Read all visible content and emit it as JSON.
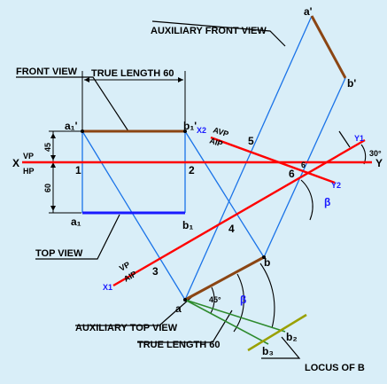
{
  "labels": {
    "auxiliary_front_view": "AUXILIARY FRONT VIEW",
    "front_view": "FRONT VIEW",
    "true_length_60_top": "TRUE LENGTH 60",
    "top_view": "TOP VIEW",
    "auxiliary_top_view": "AUXILIARY TOP VIEW",
    "true_length_60_bottom": "TRUE LENGTH 60",
    "locus_of_b": "LOCUS OF B"
  },
  "points": {
    "a_prime_aux": "a'",
    "b_prime_aux": "b'",
    "a1_prime": "a₁'",
    "b1_prime": "b₁'",
    "a1": "a₁",
    "b1": "b₁",
    "a": "a",
    "b": "b",
    "b2": "b₂",
    "b3": "b₃"
  },
  "reference_lines": {
    "x": "X",
    "y": "Y",
    "vp": "VP",
    "hp": "HP",
    "x1": "X1",
    "y1": "Y1",
    "x2": "X2",
    "y2": "Y2",
    "avp": "AVP",
    "aip_upper": "AIP",
    "vp_lower": "VP",
    "aip_lower": "AIP"
  },
  "numbers": [
    "1",
    "2",
    "3",
    "4",
    "5",
    "6",
    "6"
  ],
  "dimensions": {
    "dim_45": "45",
    "dim_60": "60",
    "angle_45": "45°",
    "angle_30": "30°",
    "beta_1": "β",
    "beta_2": "β"
  },
  "colors": {
    "background": "#d9eef8",
    "reference_line": "#ff0000",
    "projector": "#1a73e8",
    "front_view_line": "#8b4513",
    "top_view_line": "#1a1aff",
    "aux_top_line": "#8b4513",
    "construction_green": "#2e8b2e",
    "locus_line": "#9aa000"
  }
}
